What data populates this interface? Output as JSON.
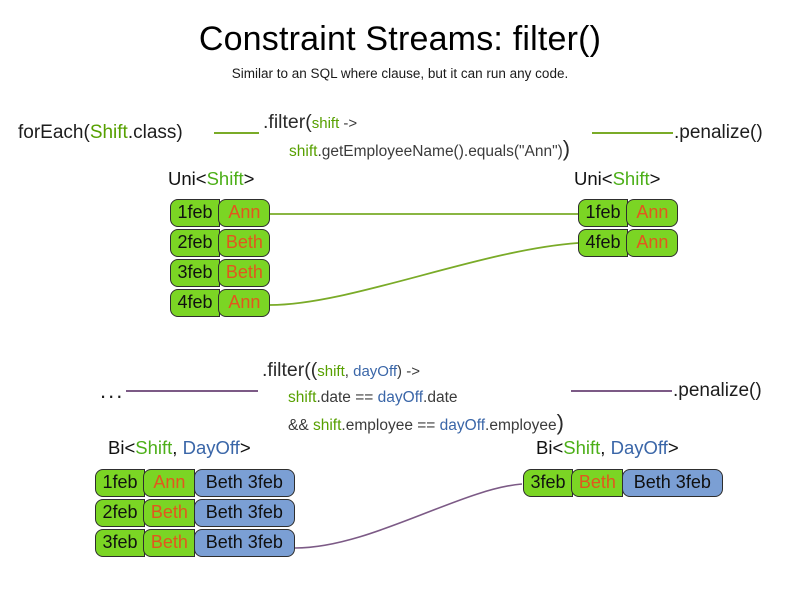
{
  "slide": {
    "title": "Constraint Streams: filter()",
    "subtitle": "Similar to an SQL where clause, but it can run any code."
  },
  "colors": {
    "green_fill": "#7bd524",
    "blue_fill": "#7b9fd4",
    "shift_token": "#57a000",
    "dayoff_token": "#3a66a8",
    "name_text": "#e2571e",
    "green_wire": "#7aab28",
    "purple_wire": "#7c5a86",
    "border": "#2e2e2e"
  },
  "uni_section": {
    "source_label": {
      "prefix": "forEach(",
      "type": "Shift",
      "suffix": ".class)"
    },
    "filter": {
      "head": ".filter(",
      "param": "shift",
      "arrow": " ->",
      "body_var": "shift",
      "body_rest": ".getEmployeeName().equals(\"Ann\")",
      "close": ")"
    },
    "terminal_label": ".penalize()",
    "left_caption": {
      "prefix": "Uni<",
      "type": "Shift",
      "suffix": ">"
    },
    "right_caption": {
      "prefix": "Uni<",
      "type": "Shift",
      "suffix": ">"
    },
    "left_rows": [
      {
        "date": "1feb",
        "name": "Ann"
      },
      {
        "date": "2feb",
        "name": "Beth"
      },
      {
        "date": "3feb",
        "name": "Beth"
      },
      {
        "date": "4feb",
        "name": "Ann"
      }
    ],
    "right_rows": [
      {
        "date": "1feb",
        "name": "Ann"
      },
      {
        "date": "4feb",
        "name": "Ann"
      }
    ]
  },
  "bi_section": {
    "source_label": "...",
    "filter": {
      "head": ".filter((",
      "param1": "shift",
      "comma": ", ",
      "param2": "dayOff",
      "arrow": ") ->",
      "line2_var1": "shift",
      "line2_mid": ".date == ",
      "line2_var2": "dayOff",
      "line2_end": ".date",
      "line3_and": "&& ",
      "line3_var1": "shift",
      "line3_mid": ".employee == ",
      "line3_var2": "dayOff",
      "line3_end": ".employee",
      "close": ")"
    },
    "terminal_label": ".penalize()",
    "left_caption": {
      "prefix": "Bi<",
      "type1": "Shift",
      "comma": ", ",
      "type2": "DayOff",
      "suffix": ">"
    },
    "right_caption": {
      "prefix": "Bi<",
      "type1": "Shift",
      "comma": ", ",
      "type2": "DayOff",
      "suffix": ">"
    },
    "left_rows": [
      {
        "date": "1feb",
        "name": "Ann",
        "pair": "Beth 3feb"
      },
      {
        "date": "2feb",
        "name": "Beth",
        "pair": "Beth 3feb"
      },
      {
        "date": "3feb",
        "name": "Beth",
        "pair": "Beth 3feb"
      }
    ],
    "right_rows": [
      {
        "date": "3feb",
        "name": "Beth",
        "pair": "Beth 3feb"
      }
    ]
  }
}
